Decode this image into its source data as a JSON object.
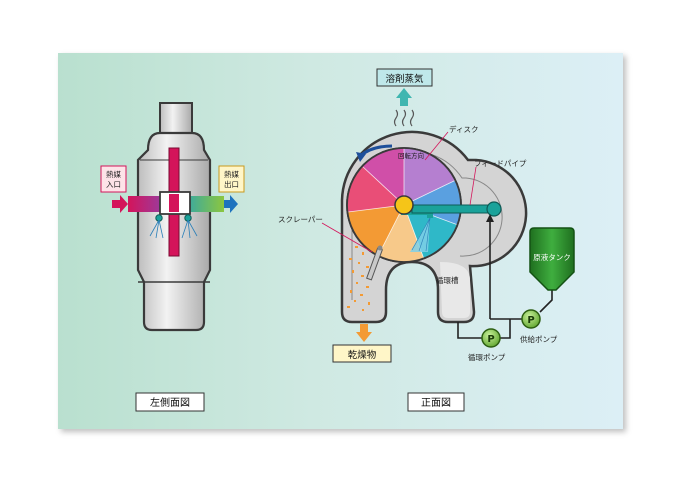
{
  "labels": {
    "solvent_vapor": "溶剤蒸気",
    "disk": "ディスク",
    "rotation_direction": "回転方向",
    "feed_pipe": "フィードパイプ",
    "scraper": "スクレーパー",
    "circulation_tank": "循環槽",
    "raw_liquid_tank": "原液タンク",
    "supply_pump": "供給ポンプ",
    "circulation_pump": "循環ポンプ",
    "dried_product": "乾燥物",
    "heat_medium_inlet_line1": "熱媒",
    "heat_medium_inlet_line2": "入口",
    "heat_medium_outlet_line1": "熱媒",
    "heat_medium_outlet_line2": "出口",
    "pump_symbol": "P",
    "left_view_caption": "左側面図",
    "front_view_caption": "正面図"
  },
  "colors": {
    "panel_left": "#bfe3d3",
    "panel_right": "#d6ecf4",
    "vessel_fill": "#d9d9d9",
    "vessel_stroke": "#3a3a3a",
    "pump_fill": "#7bc043",
    "tank_fill": "#2e8b2e",
    "pipe_teal": "#1aa29a",
    "hot_red": "#d4145a",
    "cold_blue": "#1e73be",
    "product_orange": "#f39a34",
    "label_box": "#fff6c8"
  },
  "icons": {
    "rotation": "curved-arrow-icon",
    "vapor": "steam-wave-icon",
    "pump": "pump-circle-icon"
  }
}
